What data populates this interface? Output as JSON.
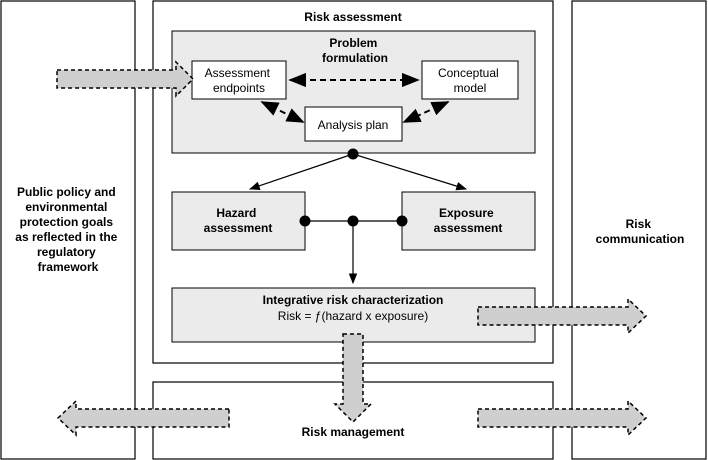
{
  "left_panel": {
    "lines": [
      "Public policy and",
      "environmental",
      "protection goals",
      "as reflected in the",
      "regulatory",
      "framework"
    ]
  },
  "right_panel": {
    "lines": [
      "Risk",
      "communication"
    ]
  },
  "risk_assessment": {
    "title": "Risk assessment",
    "problem_formulation": {
      "title_lines": [
        "Problem",
        "formulation"
      ],
      "assessment_endpoints_lines": [
        "Assessment",
        "endpoints"
      ],
      "conceptual_model_lines": [
        "Conceptual",
        "model"
      ],
      "analysis_plan": "Analysis plan"
    },
    "hazard_assessment_lines": [
      "Hazard",
      "assessment"
    ],
    "exposure_assessment_lines": [
      "Exposure",
      "assessment"
    ],
    "integrative": {
      "title": "Integrative risk characterization",
      "formula": "Risk = ƒ(hazard x exposure)"
    }
  },
  "risk_management": {
    "label": "Risk management"
  },
  "colors": {
    "panel_fill": "#ebebeb",
    "box_fill": "#ffffff",
    "arrow_fill": "#cfcfcf",
    "stroke": "#000000"
  }
}
